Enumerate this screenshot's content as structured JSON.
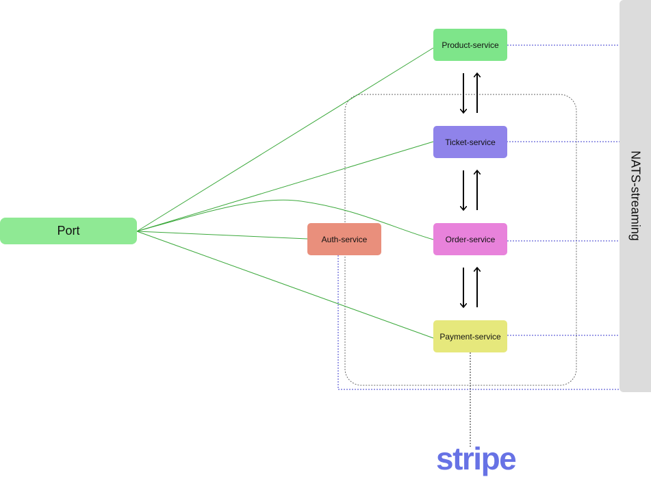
{
  "nodes": {
    "port": "Port",
    "product": "Product-service",
    "ticket": "Ticket-service",
    "order": "Order-service",
    "payment": "Payment-service",
    "auth": "Auth-service"
  },
  "bus": {
    "label": "NATS-streaming"
  },
  "external": {
    "logo_text": "stripe"
  },
  "colors": {
    "port": "#8fe994",
    "product": "#7ee58a",
    "ticket": "#8f83ea",
    "order": "#e882db",
    "payment": "#e6e87c",
    "auth": "#e98f7c",
    "nats": "#dcdcdc",
    "stripe": "#6772e5",
    "connector_green": "#3aa83a",
    "connector_blue": "#3a3acd"
  }
}
